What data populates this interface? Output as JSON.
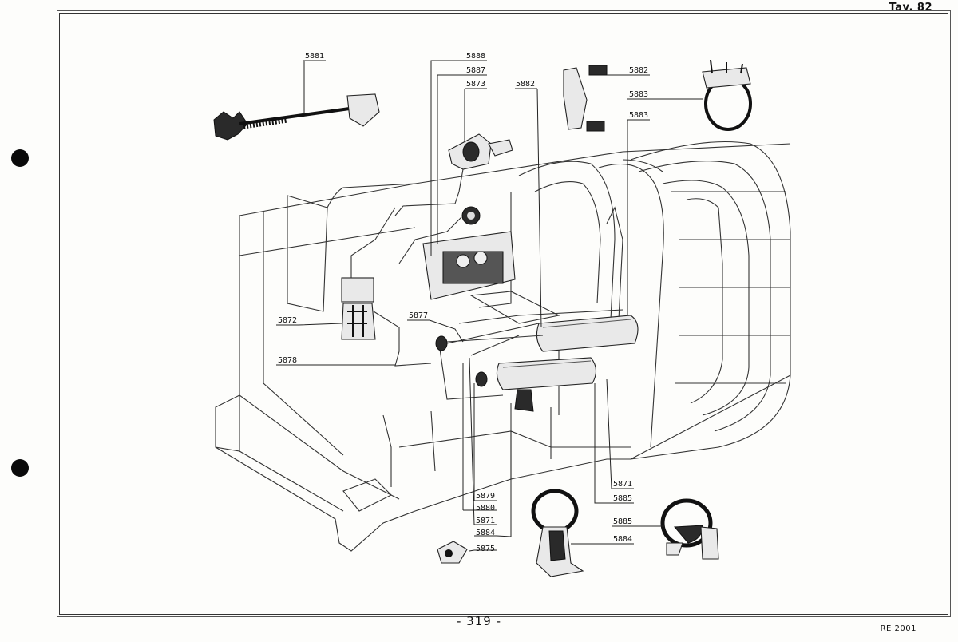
{
  "header": {
    "plate": "Tav. 82"
  },
  "footer": {
    "page": "- 319 -",
    "code": "RE 2001"
  },
  "callouts": [
    {
      "id": "c5881",
      "text": "5881"
    },
    {
      "id": "c5888",
      "text": "5888"
    },
    {
      "id": "c5887",
      "text": "5887"
    },
    {
      "id": "c5873",
      "text": "5873"
    },
    {
      "id": "c5882a",
      "text": "5882"
    },
    {
      "id": "c5882b",
      "text": "5882"
    },
    {
      "id": "c5883a",
      "text": "5883"
    },
    {
      "id": "c5883b",
      "text": "5883"
    },
    {
      "id": "c5872",
      "text": "5872"
    },
    {
      "id": "c5877",
      "text": "5877"
    },
    {
      "id": "c5878",
      "text": "5878"
    },
    {
      "id": "c5879",
      "text": "5879"
    },
    {
      "id": "c5880",
      "text": "5880"
    },
    {
      "id": "c5871a",
      "text": "5871"
    },
    {
      "id": "c5884a",
      "text": "5884"
    },
    {
      "id": "c5875",
      "text": "5875"
    },
    {
      "id": "c5871b",
      "text": "5871"
    },
    {
      "id": "c5885a",
      "text": "5885"
    },
    {
      "id": "c5885b",
      "text": "5885"
    },
    {
      "id": "c5884b",
      "text": "5884"
    }
  ]
}
